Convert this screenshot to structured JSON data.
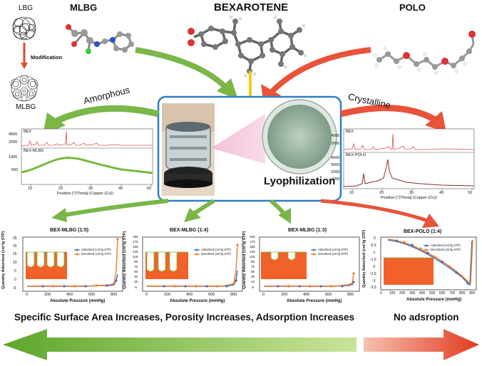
{
  "headers": {
    "lbg": "LBG",
    "mlbg_top": "MLBG",
    "bexarotene": "BEXAROTENE",
    "polo": "POLO",
    "modification": "Modification",
    "mlbg_bottom": "MLBG"
  },
  "process": {
    "amorphous": "Amorphous",
    "crystalline": "Crystalline",
    "lyophilization": "Lyophilization"
  },
  "xrd_left": {
    "top_label": "BEX",
    "bottom_label": "BEX-MLBG",
    "top_yticks": [
      "4000",
      "2000"
    ],
    "bottom_yticks": [
      "1000",
      "500"
    ],
    "xticks": [
      "10",
      "20",
      "30",
      "40",
      "50"
    ],
    "xlabel": "Position [°2Theta] (Copper (Cu))"
  },
  "xrd_right": {
    "top_label": "BEX",
    "bottom_label": "BEX-POLO",
    "top_yticks": [
      "4000",
      "2000"
    ],
    "bottom_yticks": [
      "4000",
      "3000",
      "2000",
      "1000"
    ],
    "xticks": [
      "10",
      "20",
      "30",
      "40",
      "50"
    ],
    "xlabel": "Position [°2Theta] (Copper (Cu))"
  },
  "isotherms": [
    {
      "title": "BEX-MLBG (1:5)",
      "ylabel": "Quantity Adsorbed (cm³/g STP)",
      "xlabel": "Absolute Pressure (mmHg)",
      "legend": [
        "Adsorbed (cm³/g STP)",
        "Desorbed (cm³/g STP)"
      ],
      "xticks": [
        "0",
        "200",
        "400",
        "600",
        "800"
      ],
      "yticks": [
        "25",
        "20",
        "15",
        "10",
        "5",
        "0",
        "-5"
      ]
    },
    {
      "title": "BEX-MLBG (1:4)",
      "ylabel": "Quantity Adsorbed (cm³/g STP)",
      "xlabel": "Absolute Pressure (mmHg)",
      "legend": [
        "Adsorbed (cm³/g STP)",
        "Desorbed (cm³/g STP)"
      ],
      "xticks": [
        "0",
        "200",
        "400",
        "600",
        "800"
      ],
      "yticks": [
        "195",
        "175",
        "155",
        "135",
        "115",
        "95",
        "75",
        "55",
        "35",
        "15",
        "-5"
      ]
    },
    {
      "title": "BEX-MLBG (1:3)",
      "ylabel": "Quantity Adsorbed (cm³/g STP)",
      "xlabel": "Absolute Pressure (mmHg)",
      "legend": [
        "Adsorbed (cm³/g STP)",
        "Desorbed (cm³/g STP)"
      ],
      "xticks": [
        "0",
        "200",
        "400",
        "600",
        "800"
      ],
      "yticks": [
        "195",
        "175",
        "155",
        "135",
        "115",
        "95",
        "75",
        "55",
        "35",
        "15",
        "-5"
      ]
    },
    {
      "title": "BEX-POLO (1:4)",
      "ylabel": "Quantity Adsorbed (cm³/g STP)",
      "xlabel": "Absolute Pressure (mmHg)",
      "legend": [
        "Adsorbed (cm³/g STP)",
        "Desorbed (cm³/g STP)"
      ],
      "xticks": [
        "0",
        "100",
        "200",
        "300",
        "400",
        "500",
        "600",
        "700",
        "800",
        "900"
      ],
      "yticks": [
        "0",
        "-0.5",
        "-1",
        "-1.5",
        "-2",
        "-2.5",
        "-3",
        "-3.5"
      ]
    }
  ],
  "bottom": {
    "left_text": "Specific Surface Area Increases, Porosity Increases, Adsorption Increases",
    "right_text": "No adsroption"
  },
  "colors": {
    "green_arrow": "#7ab648",
    "red_arrow": "#e8533a",
    "yellow_arrow": "#f4d10a",
    "box_border": "#2f7fc1",
    "adsorbed": "#3a6fc4",
    "desorbed": "#f07a28",
    "xrd_red": "#d9534f",
    "xrd_green": "#7cc242",
    "xrd_darkred": "#8b2a2a",
    "pore_orange": "#f2612a",
    "pore_green": "#7cc242"
  }
}
